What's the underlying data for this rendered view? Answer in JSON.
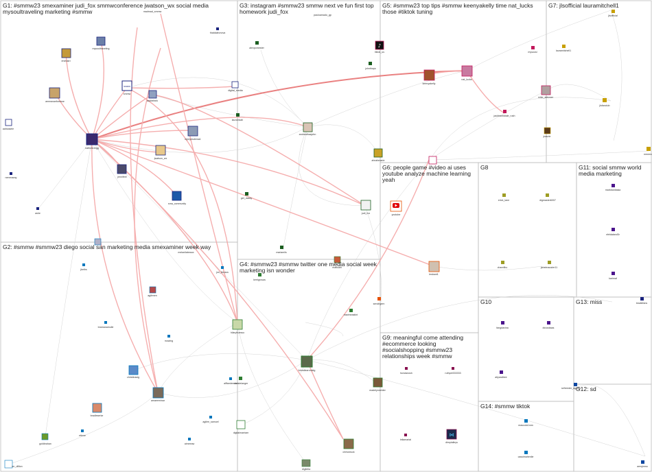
{
  "groups": [
    {
      "id": "G1",
      "title": "G1: #smmw23 smexaminer judi_fox smmwconference jwatson_wx social media mysoultraveling marketing #smmw"
    },
    {
      "id": "G2",
      "title": "G2: #smmw #smmw23 diego social san marketing media smexaminer week way"
    },
    {
      "id": "G3",
      "title": "G3: instagram #smmw23 smmw next ve fun first top homework judi_fox"
    },
    {
      "id": "G4",
      "title": "G4: #smmw23 #smmw twitter one media social week marketing isn wonder"
    },
    {
      "id": "G5",
      "title": "G5: #smmw23 top tips #smmw keenyakelly time nat_lucks those #tiktok tuning"
    },
    {
      "id": "G6",
      "title": "G6: people game #video ai uses youtube analyze machine learning yeah"
    },
    {
      "id": "G7",
      "title": "G7: jlsofficial lauramitchell1"
    },
    {
      "id": "G8",
      "title": "G8"
    },
    {
      "id": "G9",
      "title": "G9: meaningful come attending #ecommerce looking #socialshopping #smmw23 relationships week #smmw"
    },
    {
      "id": "G10",
      "title": "G10"
    },
    {
      "id": "G11",
      "title": "G11: social smmw world media marketing"
    },
    {
      "id": "G12",
      "title": "G12: sd"
    },
    {
      "id": "G13",
      "title": "G13: miss"
    },
    {
      "id": "G14",
      "title": "G14: #smmw tiktok"
    }
  ],
  "node_labels": {
    "natholtzregg": "natholtzregg",
    "mysoultraveling": "mysoultraveling",
    "ehehatri": "ehehatri",
    "ammaxanforense": "ammaxanforense",
    "smmw": "smmw",
    "aadixthink": "aadixthink",
    "digital_media": "digital_media",
    "thatdaleonova": "thatdaleonova",
    "madmad_smmw": "madmad_smmw",
    "jwatson_wx": "jwatson_wx",
    "mjreyesdema1": "mjreyesdema1",
    "jennifeel": "jennifeel",
    "sma_community": "sma_community",
    "aahsaseie": "aahsaseie",
    "nemmaray": "nemmaray",
    "ashe": "ashe",
    "pauloamado_gp": "pauloamado_gp",
    "alexpomester": "alexpomester",
    "johnthays": "johnthays",
    "lauranivah": "lauranivah",
    "andreathasjohn": "andreathasjohn",
    "ahnahmarie": "ahnahmarie",
    "get_dasky": "get_dasky",
    "judi_fox": "judi_fox",
    "mariamils": "mariamils",
    "melanilabeaux": "melanilabeaux",
    "tiktok_us": "tiktok_us",
    "mattcairl": "mattcairl",
    "keenyakelly": "keenyakelly",
    "nat_lucks": "nat_lucks",
    "mysoosi": "mysoosi",
    "mike_stelzner": "mike_stelzner",
    "jacktrantidiale_rush": "jacktrantidiale_rush",
    "jlsofficial": "jlsofficial",
    "lauramitchell1": "lauramitchell1",
    "jlsfanclub": "jlsfanclub",
    "jnaurie": "jnaurie",
    "mrnrmx": "mrnrmx",
    "youtube": "youtube",
    "lesbant1": "lesbant1",
    "erick_lane": "erick_lane",
    "digmaster6007": "digmaster6007",
    "charellho": "charellho",
    "jaheimauster11": "jaheimauster11",
    "markbanitasia": "markbanitasia",
    "nfeldaland3r": "nfeldaland3r",
    "karimaf": "karimaf",
    "sendirgem": "sendirgem",
    "kerrigrosas": "kerrigrosas",
    "eastmeastint": "eastmeastint",
    "hilaryhuesso": "hilaryhuesso",
    "fuhrstlearnmktg": "fuhrstlearnmktg",
    "christelanger": "christelanger",
    "digitalmarriam": "digitalmarriam",
    "chrisstruck": "chrisstruck",
    "digitelia": "digitelia",
    "jon_ferrara": "jon_ferrara",
    "agilenen": "agilenen",
    "bramanamulle": "bramanamulle",
    "mowing": "mowing",
    "jbeths": "jbeths",
    "christinasig": "christinasig",
    "bradleserke": "bradleserke",
    "amaeeminar": "amaeeminar",
    "agilee_samuel": "agilee_samuel",
    "aimeeaw": "aimeeaw",
    "etiene": "etiene",
    "goldleahan": "goldleahan",
    "alffamleeran": "alffamleeran",
    "mr_dillion": "mr_dillion",
    "funstanosh": "funstanosh",
    "ruthpet333333": "ruthpet333333",
    "madelynnelder": "madelynnelder",
    "leilamarial": "leilamarial",
    "dimplalleys": "dimplalleys",
    "fangdavina": "fangdavina",
    "diciusbaas": "diciusbaas",
    "allyandbee": "allyandbee",
    "leadiefans": "leadiefans",
    "sefreeder_agents": "sefreeder_agents",
    "amsjmmo": "amsjmmo",
    "mascuto1mm": "mascuto1mm",
    "cassimahenlie": "cassimahenlie"
  },
  "colors": {
    "G1": "#1a237e",
    "G2": "#0277bd",
    "G3": "#1b5e20",
    "G4": "#2e7d32",
    "G5": "#c2185b",
    "G6": "#e65100",
    "G7": "#c8a000",
    "G8": "#9e9d24",
    "G9": "#880e4f",
    "G10": "#4a148c",
    "G11": "#4a148c",
    "G12": "#0d47a1",
    "G13": "#1a237e",
    "G14": "#0277bd",
    "strong_edge": "#f08080",
    "light_edge": "#cccccc"
  }
}
